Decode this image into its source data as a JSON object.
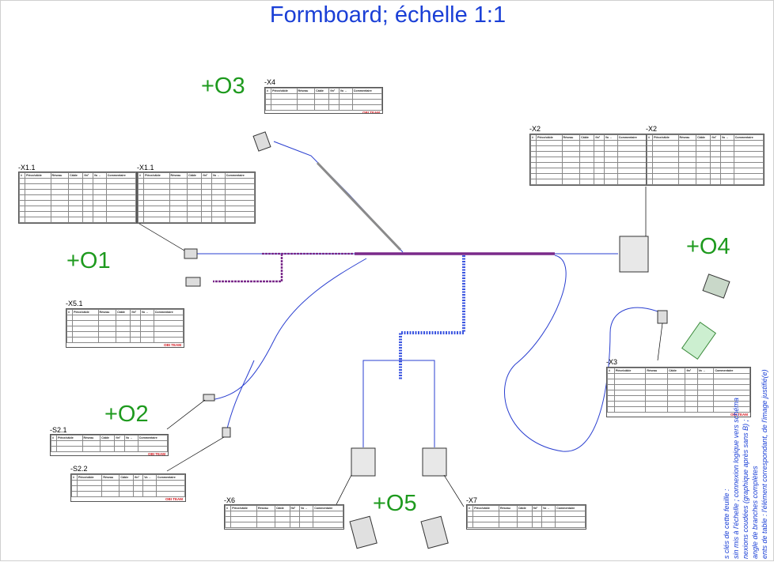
{
  "title": "Formboard; échelle 1:1",
  "zones": {
    "o1": "+O1",
    "o2": "+O2",
    "o3": "+O3",
    "o4": "+O4",
    "o5": "+O5"
  },
  "connector_titles": {
    "x4": "-X4",
    "x2_left": "-X2",
    "x2_right": "-X2",
    "x11_left": "-X1.1",
    "x11_right": "-X1.1",
    "x51": "-X5.1",
    "x3": "-X3",
    "s21": "-S2.1",
    "s22": "-S2.2",
    "x6": "-X6",
    "x7": "-X7"
  },
  "table_headers": [
    "#",
    "Pièce/câble",
    "Réseau",
    "Câble",
    "fin²",
    "Vo ↔",
    "Commentaire"
  ],
  "brand": "OBI TEAM",
  "notes": [
    "s clés de cette feuille :",
    "sin mis à l'échelle ; connexion logique vers schéma",
    "nexions coudées (graphique après sans B) ;",
    "angle de branches complètes",
    "ents de table : l'élément correspondant, de l'image justifié(e)"
  ],
  "colors": {
    "title": "#1a3fd6",
    "zone": "#1e9a1e",
    "wire": "#2a3fd0",
    "bundle": "#7a2a8a",
    "braid": "#3b55e0",
    "brand": "#d4161d"
  }
}
